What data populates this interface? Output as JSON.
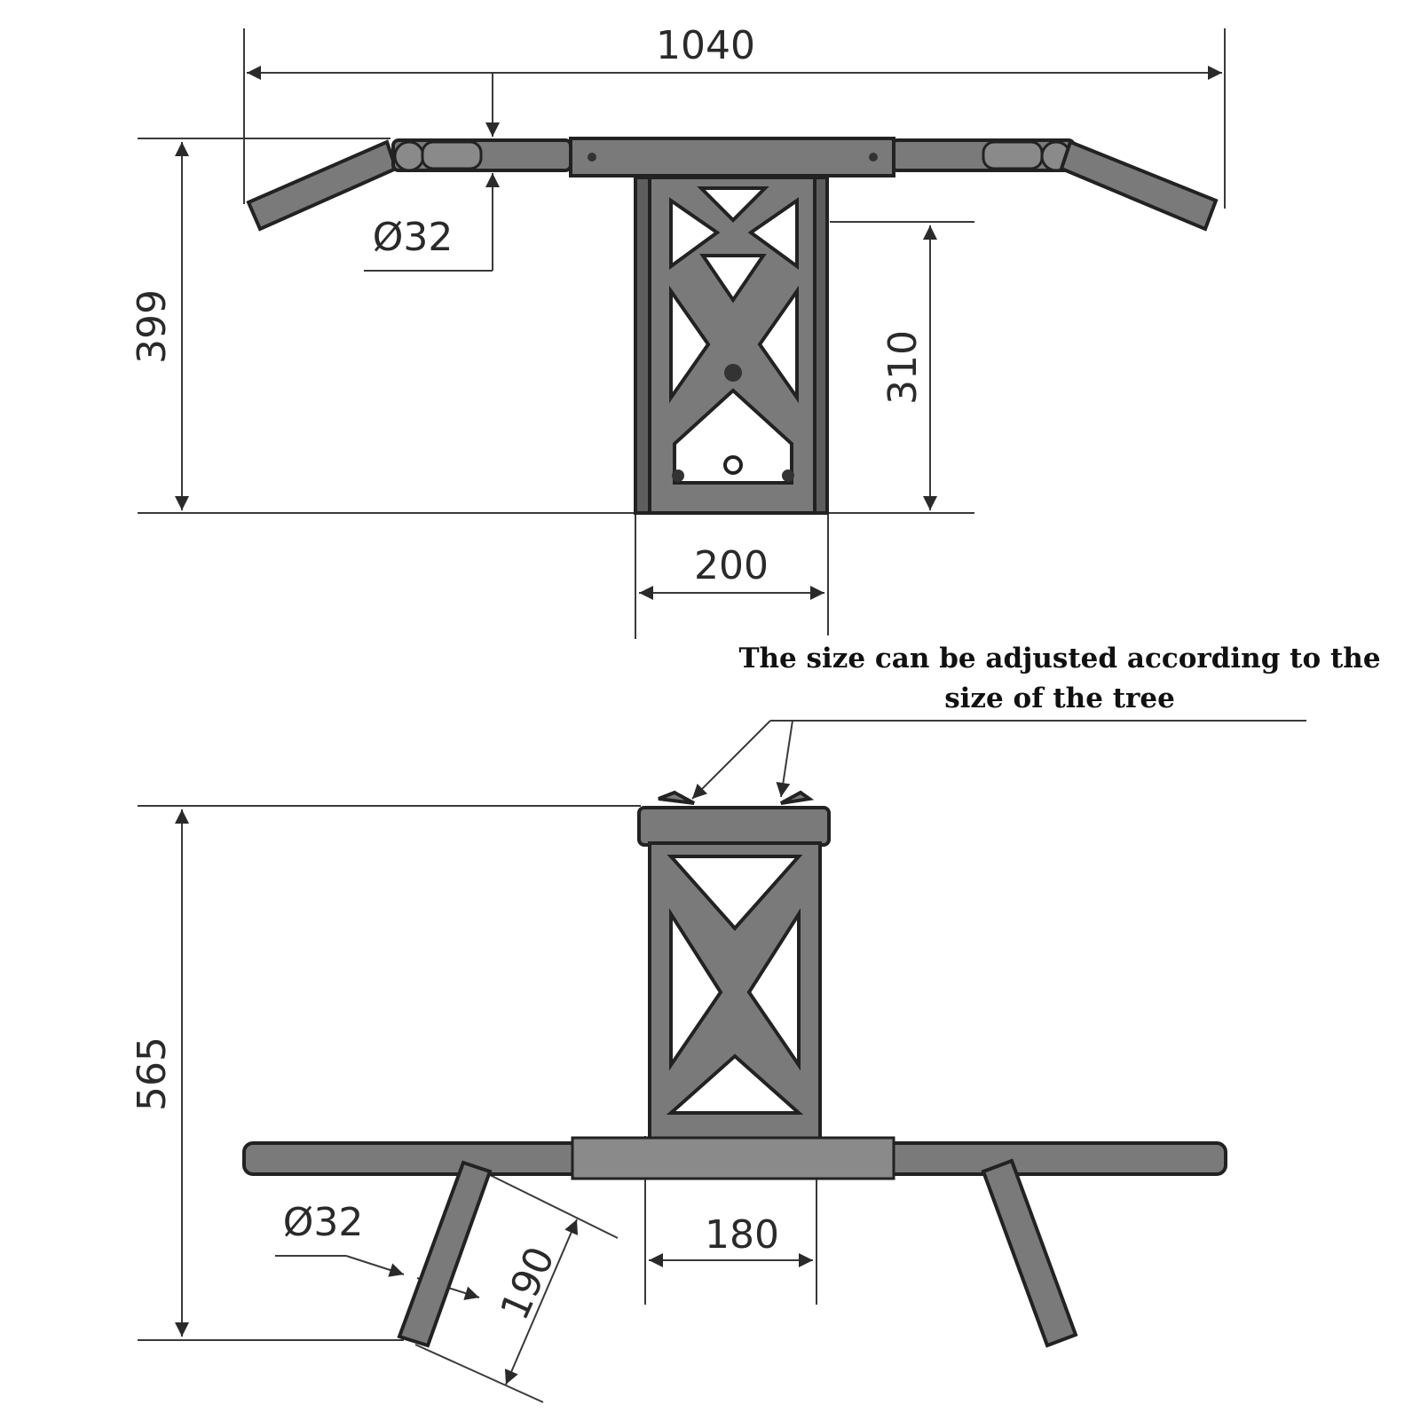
{
  "top_view": {
    "width_dim": "1040",
    "height_dim": "399",
    "inner_height_dim": "310",
    "base_width_dim": "200",
    "tube_diameter": "Ø32"
  },
  "note": {
    "line1": "The size can be adjusted according to the",
    "line2": "size of the tree"
  },
  "front_view": {
    "height_dim": "565",
    "tube_diameter": "Ø32",
    "handle_length": "190",
    "center_width": "180"
  }
}
